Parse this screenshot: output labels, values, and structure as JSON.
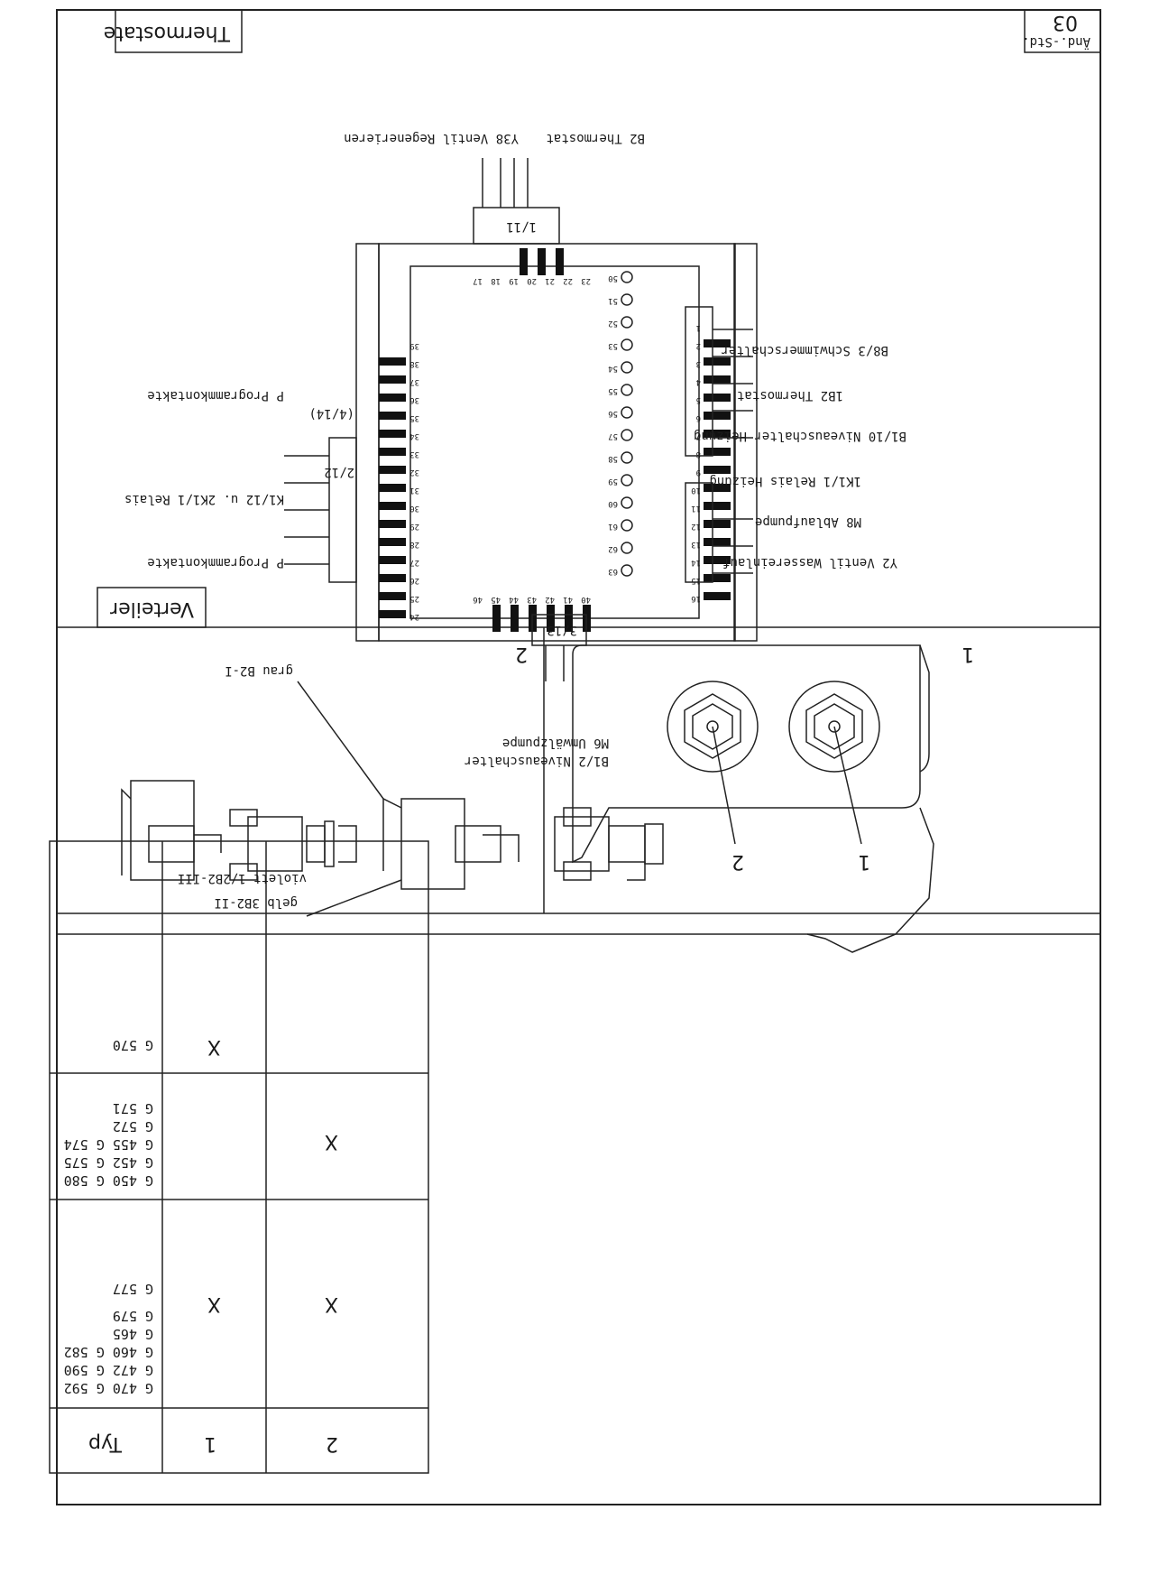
{
  "revision": {
    "label": "Änd.-Std.",
    "value": "03"
  },
  "sections": {
    "thermostats": "Thermostate",
    "distributor": "Verteiler"
  },
  "thermostat_table": {
    "header": {
      "col0": "Typ",
      "col1": "1",
      "col2": "2"
    },
    "rows": [
      {
        "types": [
          "G 470   G 592",
          "G 472   G 590",
          "G 460   G 582",
          "G 465",
          "        G 579",
          "        G 577"
        ],
        "mark1": "X",
        "mark2": "X"
      },
      {
        "types": [
          "G 450   G 580",
          "G 452   G 575",
          "G 455   G 574",
          "        G 572",
          "        G 571"
        ],
        "mark1": "",
        "mark2": "X"
      },
      {
        "types": [
          "G 570"
        ],
        "mark1": "X",
        "mark2": ""
      }
    ]
  },
  "thermostat_drawing": {
    "pos1": "1",
    "pos2": "2"
  },
  "variants": {
    "v1": "1",
    "v2": "2",
    "wire_grau": "grau B2-I",
    "wire_gelb": "gelb 3B2-II",
    "wire_violett": "violett 1/2B2-III"
  },
  "distributor": {
    "conn_top": "1/11",
    "conn_bottom": "3/13",
    "conn_right_a": "2/12",
    "conn_right_b": "(4/14)",
    "left_pins": [
      "16",
      "15",
      "14",
      "13",
      "12",
      "11",
      "10",
      "9",
      "8",
      "7",
      "6",
      "5",
      "4",
      "3",
      "2",
      "1"
    ],
    "right_pins": [
      "24",
      "25",
      "26",
      "27",
      "28",
      "29",
      "30",
      "31",
      "32",
      "33",
      "34",
      "35",
      "36",
      "37",
      "38",
      "39"
    ],
    "top_pins": [
      "23",
      "22",
      "21",
      "20",
      "19",
      "18",
      "17"
    ],
    "bottom_pins": [
      "40",
      "41",
      "42",
      "43",
      "44",
      "45",
      "46"
    ],
    "holes": [
      "63",
      "62",
      "61",
      "60",
      "59",
      "58",
      "57",
      "56",
      "55",
      "54",
      "53",
      "52",
      "51",
      "50"
    ],
    "labels": {
      "top_b2": "B2 Thermostat",
      "top_y38": "Y38 Ventil Regenerieren",
      "left_p1": "P Programmkontakte",
      "left_k1": "K1/12 u. 2K1/1 Relais",
      "left_p2": "P Programmkontakte",
      "right_b8": "B8/3 Schwimmerschalter",
      "right_1b2": "1B2 Thermostat",
      "right_b110": "B1/10 Niveauschalter Heizung",
      "right_1k1": "1K1/1 Relais Heizung",
      "right_m8": "M8 Ablaufpumpe",
      "right_y2": "Y2 Ventil Wassereinlauf",
      "bottom_m6": "M6 Umwälzpumpe",
      "bottom_b12": "B1/2 Niveauschalter"
    }
  }
}
